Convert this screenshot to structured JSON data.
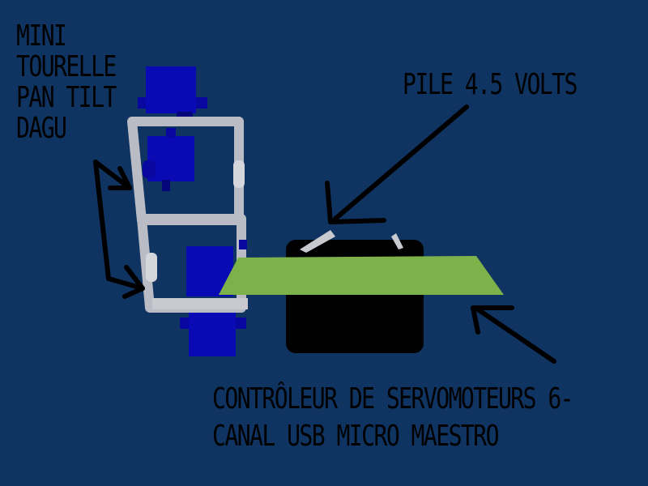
{
  "labels": {
    "turret": [
      "MINI",
      "TOURELLE",
      "PAN TILT",
      "DAGU"
    ],
    "battery": "PILE 4.5 VOLTS",
    "controller": [
      "CONTRÔLEUR DE SERVOMOTEURS 6-",
      "CANAL USB MICRO MAESTRO"
    ]
  },
  "colors": {
    "background": "#103461",
    "servo": "#0a0ab4",
    "bracket": "#b9bcc4",
    "battery": "#000000",
    "board": "#7db24b",
    "text": "#000000"
  }
}
